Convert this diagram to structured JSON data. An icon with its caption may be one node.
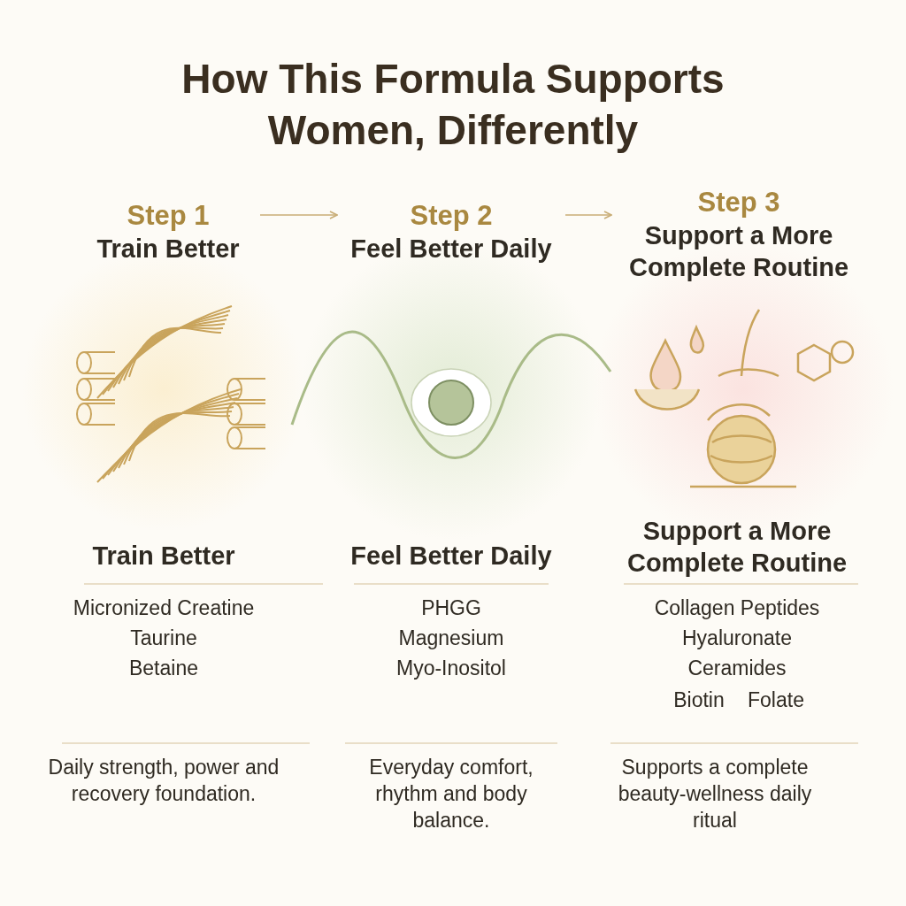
{
  "diagram": {
    "title": "How This Formula Supports Women, Differently",
    "nodes": [
      {
        "text": [
          "Step 1",
          "Train Better"
        ]
      },
      {
        "text": [
          "Step 2",
          "Feel Better Daily"
        ]
      },
      {
        "text": [
          "Step 3",
          "Support a More Complete Routine"
        ]
      }
    ],
    "edges": [
      {
        "from": 0,
        "to": 1,
        "arrow": "to"
      },
      {
        "from": 1,
        "to": 2,
        "arrow": "to"
      }
    ],
    "labels": [
      "Train Better",
      "Micronized Creatine",
      "Taurine",
      "Betaine",
      "Daily strength, power and recovery foundation.",
      "Feel Better Daily",
      "PHGG",
      "Magnesium",
      "Myo-Inositol",
      "Everyday comfort, rhythm and body balance.",
      "Support a More Complete Routine",
      "Collagen Peptides",
      "Hyaluronate",
      "Ceramides",
      "Biotin",
      "Folate",
      "Supports a complete beauty-wellness daily ritual"
    ]
  }
}
